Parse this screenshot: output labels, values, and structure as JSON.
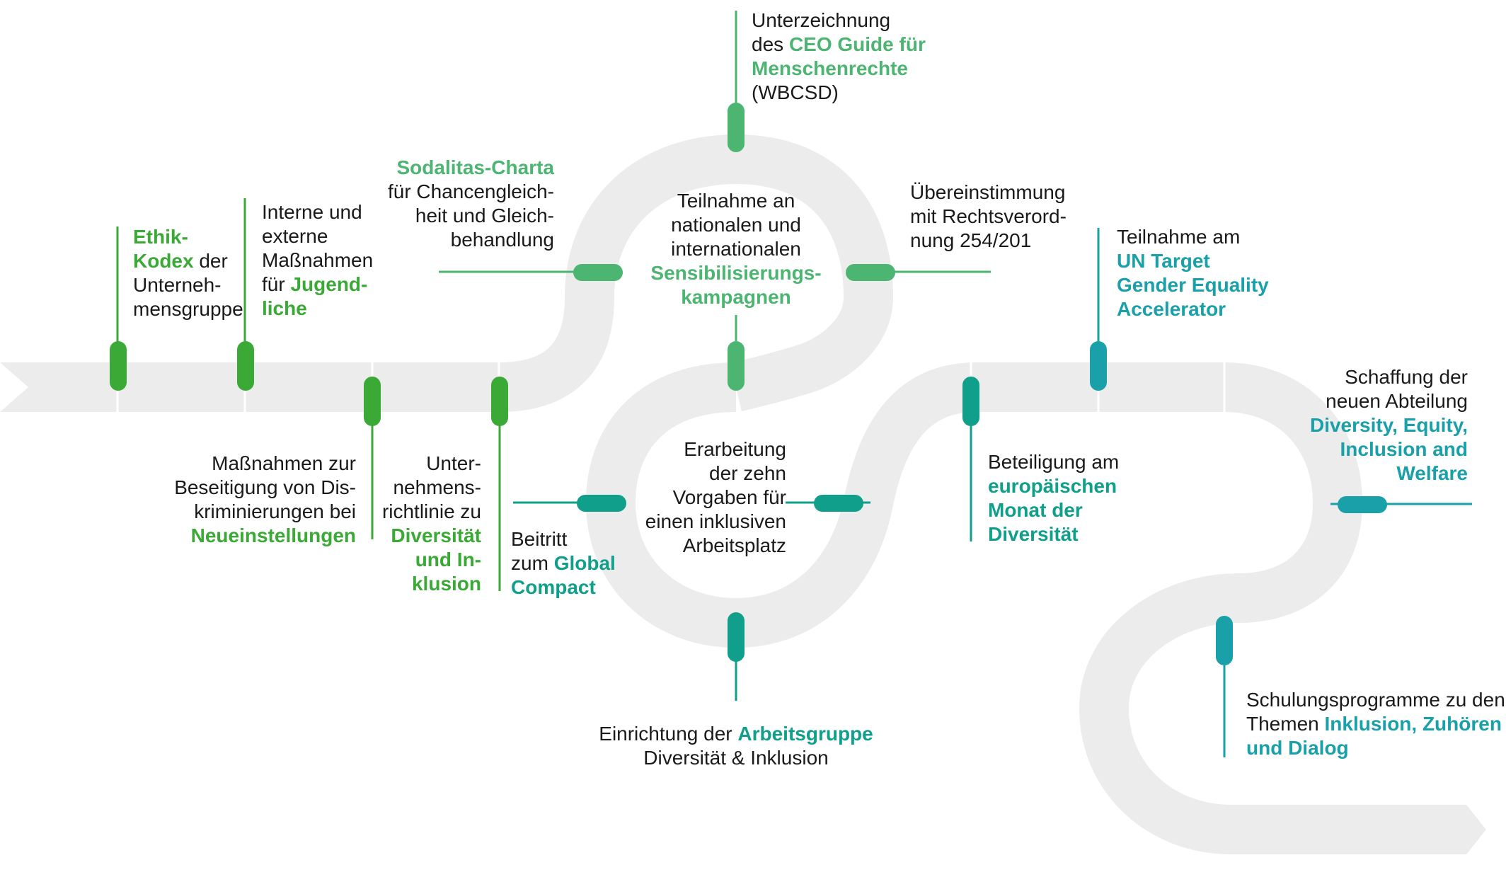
{
  "colors": {
    "road": "#ececec",
    "tick": "#ffffff",
    "green_1": "#3aa935",
    "green_2": "#4cb571",
    "teal_1": "#0f9f8a",
    "teal_2": "#1aa0a9",
    "text": "#1a1a1a"
  },
  "milestones": [
    {
      "id": "ethik",
      "color": "#3aa935",
      "lines": [
        [
          {
            "t": "Ethik-",
            "h": true
          }
        ],
        [
          {
            "t": "Kodex",
            "h": true
          },
          {
            "t": " der",
            "h": false
          }
        ],
        [
          {
            "t": "Unterneh-",
            "h": false
          }
        ],
        [
          {
            "t": "mensgruppe",
            "h": false
          }
        ]
      ]
    },
    {
      "id": "jugend",
      "color": "#3aa935",
      "lines": [
        [
          {
            "t": "Interne und",
            "h": false
          }
        ],
        [
          {
            "t": "externe",
            "h": false
          }
        ],
        [
          {
            "t": "Maßnahmen",
            "h": false
          }
        ],
        [
          {
            "t": "für ",
            "h": false
          },
          {
            "t": "Jugend-",
            "h": true
          }
        ],
        [
          {
            "t": "liche",
            "h": true
          }
        ]
      ]
    },
    {
      "id": "neueinstellungen",
      "color": "#3aa935",
      "lines": [
        [
          {
            "t": "Maßnahmen zur",
            "h": false
          }
        ],
        [
          {
            "t": "Beseitigung von Dis-",
            "h": false
          }
        ],
        [
          {
            "t": "kriminierungen bei",
            "h": false
          }
        ],
        [
          {
            "t": "Neueinstellungen",
            "h": true
          }
        ]
      ]
    },
    {
      "id": "richtlinie",
      "color": "#3aa935",
      "lines": [
        [
          {
            "t": "Unter-",
            "h": false
          }
        ],
        [
          {
            "t": "nehmens-",
            "h": false
          }
        ],
        [
          {
            "t": "richtlinie zu",
            "h": false
          }
        ],
        [
          {
            "t": "Diversität",
            "h": true
          }
        ],
        [
          {
            "t": "und In-",
            "h": true
          }
        ],
        [
          {
            "t": "klusion",
            "h": true
          }
        ]
      ]
    },
    {
      "id": "sodalitas",
      "color": "#4cb571",
      "lines": [
        [
          {
            "t": "Sodalitas-Charta",
            "h": true
          }
        ],
        [
          {
            "t": "für Chancengleich-",
            "h": false
          }
        ],
        [
          {
            "t": "heit und Gleich-",
            "h": false
          }
        ],
        [
          {
            "t": "behandlung",
            "h": false
          }
        ]
      ]
    },
    {
      "id": "global",
      "color": "#0f9f8a",
      "lines": [
        [
          {
            "t": "Beitritt",
            "h": false
          }
        ],
        [
          {
            "t": "zum ",
            "h": false
          },
          {
            "t": "Global",
            "h": true
          }
        ],
        [
          {
            "t": "Compact",
            "h": true
          }
        ]
      ]
    },
    {
      "id": "ceo",
      "color": "#4cb571",
      "lines": [
        [
          {
            "t": "Unterzeichnung",
            "h": false
          }
        ],
        [
          {
            "t": "des ",
            "h": false
          },
          {
            "t": "CEO Guide für",
            "h": true
          }
        ],
        [
          {
            "t": "Menschenrechte",
            "h": true
          }
        ],
        [
          {
            "t": "(WBCSD)",
            "h": false
          }
        ]
      ]
    },
    {
      "id": "sensibilisierung",
      "color": "#4cb571",
      "lines": [
        [
          {
            "t": "Teilnahme an",
            "h": false
          }
        ],
        [
          {
            "t": "nationalen und",
            "h": false
          }
        ],
        [
          {
            "t": "internationalen",
            "h": false
          }
        ],
        [
          {
            "t": "Sensibilisierungs-",
            "h": true
          }
        ],
        [
          {
            "t": "kampagnen",
            "h": true
          }
        ]
      ]
    },
    {
      "id": "rechtsverordnung",
      "color": "#4cb571",
      "lines": [
        [
          {
            "t": "Übereinstimmung",
            "h": false
          }
        ],
        [
          {
            "t": "mit Rechtsverord-",
            "h": false
          }
        ],
        [
          {
            "t": "nung 254/201",
            "h": false
          }
        ]
      ]
    },
    {
      "id": "vorgaben",
      "color": "#0f9f8a",
      "lines": [
        [
          {
            "t": "Erarbeitung",
            "h": false
          }
        ],
        [
          {
            "t": "der zehn",
            "h": false
          }
        ],
        [
          {
            "t": "Vorgaben für",
            "h": false
          }
        ],
        [
          {
            "t": "einen inklusiven",
            "h": false
          }
        ],
        [
          {
            "t": "Arbeitsplatz",
            "h": false
          }
        ]
      ]
    },
    {
      "id": "arbeitsgruppe",
      "color": "#0f9f8a",
      "lines": [
        [
          {
            "t": "Einrichtung der ",
            "h": false
          },
          {
            "t": "Arbeitsgruppe",
            "h": true
          }
        ],
        [
          {
            "t": "Diversität & Inklusion",
            "h": false
          }
        ]
      ]
    },
    {
      "id": "monat",
      "color": "#0f9f8a",
      "lines": [
        [
          {
            "t": "Beteiligung am",
            "h": false
          }
        ],
        [
          {
            "t": "europäischen",
            "h": true
          }
        ],
        [
          {
            "t": "Monat der",
            "h": true
          }
        ],
        [
          {
            "t": "Diversität",
            "h": true
          }
        ]
      ]
    },
    {
      "id": "untarget",
      "color": "#1aa0a9",
      "lines": [
        [
          {
            "t": "Teilnahme am",
            "h": false
          }
        ],
        [
          {
            "t": "UN Target",
            "h": true
          }
        ],
        [
          {
            "t": "Gender Equality",
            "h": true
          }
        ],
        [
          {
            "t": "Accelerator",
            "h": true
          }
        ]
      ]
    },
    {
      "id": "abteilung",
      "color": "#1aa0a9",
      "lines": [
        [
          {
            "t": "Schaffung der",
            "h": false
          }
        ],
        [
          {
            "t": "neuen Abteilung",
            "h": false
          }
        ],
        [
          {
            "t": "Diversity, Equity,",
            "h": true
          }
        ],
        [
          {
            "t": "Inclusion and",
            "h": true
          }
        ],
        [
          {
            "t": "Welfare",
            "h": true
          }
        ]
      ]
    },
    {
      "id": "schulung",
      "color": "#1aa0a9",
      "lines": [
        [
          {
            "t": "Schulungsprogramme zu den",
            "h": false
          }
        ],
        [
          {
            "t": "Themen ",
            "h": false
          },
          {
            "t": "Inklusion, Zuhören",
            "h": true
          }
        ],
        [
          {
            "t": "und Dialog",
            "h": true
          }
        ]
      ]
    }
  ]
}
